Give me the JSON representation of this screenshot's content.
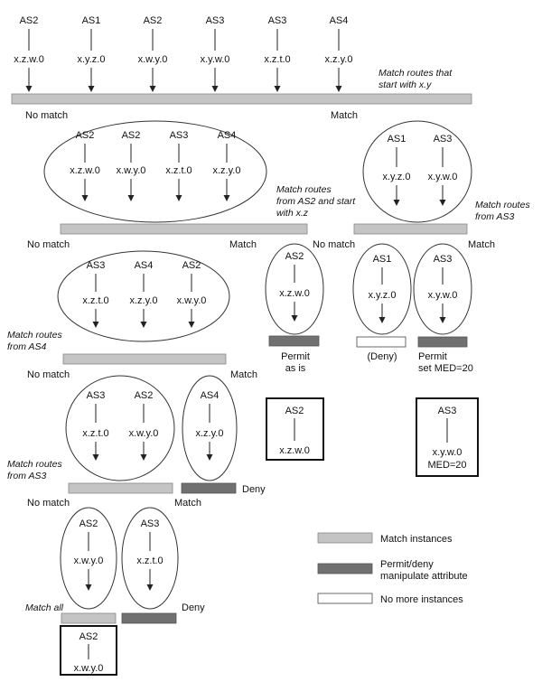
{
  "top_routes": [
    {
      "as": "AS2",
      "prefix": "x.z.w.0"
    },
    {
      "as": "AS1",
      "prefix": "x.y.z.0"
    },
    {
      "as": "AS2",
      "prefix": "x.w.y.0"
    },
    {
      "as": "AS3",
      "prefix": "x.y.w.0"
    },
    {
      "as": "AS3",
      "prefix": "x.z.t.0"
    },
    {
      "as": "AS4",
      "prefix": "x.z.y.0"
    }
  ],
  "filter1": {
    "label_line1": "Match routes that",
    "label_line2": "start with x.y",
    "no_match": "No match",
    "match": "Match"
  },
  "group_a": [
    {
      "as": "AS2",
      "prefix": "x.z.w.0"
    },
    {
      "as": "AS2",
      "prefix": "x.w.y.0"
    },
    {
      "as": "AS3",
      "prefix": "x.z.t.0"
    },
    {
      "as": "AS4",
      "prefix": "x.z.y.0"
    }
  ],
  "group_b": [
    {
      "as": "AS1",
      "prefix": "x.y.z.0"
    },
    {
      "as": "AS3",
      "prefix": "x.y.w.0"
    }
  ],
  "filter2": {
    "label_line1": "Match routes",
    "label_line2": "from AS2 and start",
    "label_line3": "with x.z",
    "no_match": "No match",
    "match": "Match"
  },
  "filter3": {
    "label_line1": "Match routes",
    "label_line2": "from AS3",
    "no_match": "No match",
    "match": "Match"
  },
  "group_c": [
    {
      "as": "AS3",
      "prefix": "x.z.t.0"
    },
    {
      "as": "AS4",
      "prefix": "x.z.y.0"
    },
    {
      "as": "AS2",
      "prefix": "x.w.y.0"
    }
  ],
  "group_d": [
    {
      "as": "AS2",
      "prefix": "x.z.w.0"
    }
  ],
  "group_e": [
    {
      "as": "AS1",
      "prefix": "x.y.z.0"
    }
  ],
  "group_f": [
    {
      "as": "AS3",
      "prefix": "x.y.w.0"
    }
  ],
  "action_d": {
    "line1": "Permit",
    "line2": "as is"
  },
  "action_e": {
    "line1": "(Deny)"
  },
  "action_f": {
    "line1": "Permit",
    "line2": "set MED=20"
  },
  "result_d": {
    "as": "AS2",
    "prefix": "x.z.w.0"
  },
  "result_f": {
    "as": "AS3",
    "prefix": "x.y.w.0",
    "extra": "MED=20"
  },
  "filter4": {
    "label_line1": "Match routes",
    "label_line2": "from AS4",
    "no_match": "No match",
    "match": "Match"
  },
  "group_g": [
    {
      "as": "AS3",
      "prefix": "x.z.t.0"
    },
    {
      "as": "AS2",
      "prefix": "x.w.y.0"
    }
  ],
  "group_h": [
    {
      "as": "AS4",
      "prefix": "x.z.y.0"
    }
  ],
  "action_h": {
    "line1": "Deny"
  },
  "filter5": {
    "label_line1": "Match routes",
    "label_line2": "from AS3",
    "no_match": "No match",
    "match": "Match"
  },
  "group_i": [
    {
      "as": "AS2",
      "prefix": "x.w.y.0"
    }
  ],
  "group_j": [
    {
      "as": "AS3",
      "prefix": "x.z.t.0"
    }
  ],
  "filter6": {
    "label": "Match all"
  },
  "action_j": {
    "line1": "Deny"
  },
  "result_i": {
    "as": "AS2",
    "prefix": "x.w.y.0"
  },
  "legend": [
    {
      "kind": "match",
      "label_line1": "Match instances"
    },
    {
      "kind": "permit",
      "label_line1": "Permit/deny",
      "label_line2": "manipulate attribute"
    },
    {
      "kind": "none",
      "label_line1": "No more instances"
    }
  ],
  "colors": {
    "match_bar": "#c4c4c4",
    "permit_bar": "#707070",
    "none_bar": "#ffffff"
  }
}
